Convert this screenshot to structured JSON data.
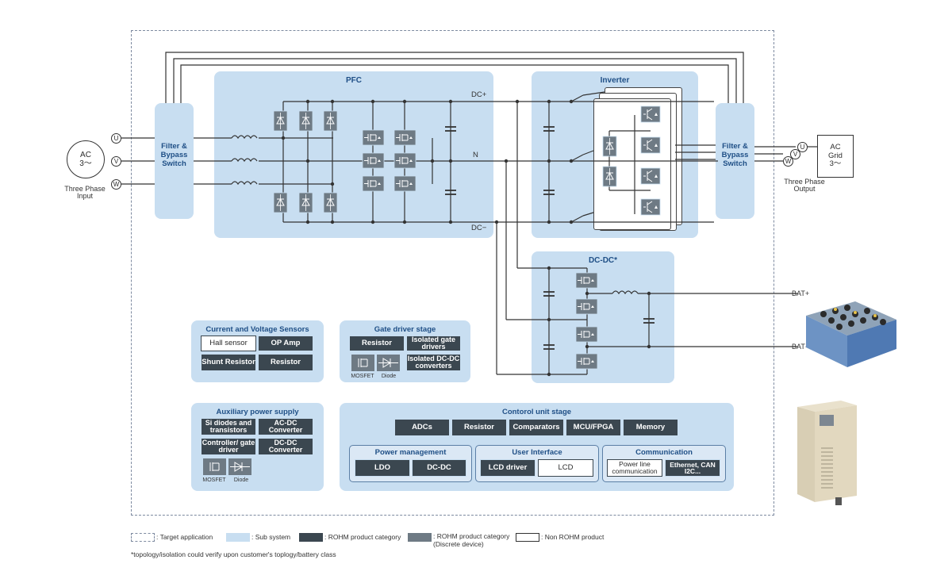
{
  "ac_input": {
    "symbol_ac": "AC",
    "symbol_wave": "3～",
    "label": "Three Phase Input",
    "phases": [
      "U",
      "V",
      "W"
    ]
  },
  "ac_output": {
    "symbol_ac": "AC",
    "symbol_grid": "Grid",
    "symbol_wave": "3～",
    "label": "Three Phase Output",
    "phases": [
      "U",
      "V",
      "W"
    ]
  },
  "filter_left": "Filter & Bypass Switch",
  "filter_right": "Filter & Bypass Switch",
  "pfc": {
    "title": "PFC"
  },
  "inverter": {
    "title": "Inverter"
  },
  "dcdc": {
    "title": "DC-DC*"
  },
  "bus_labels": {
    "dc_plus": "DC+",
    "n": "N",
    "dc_minus": "DC−"
  },
  "battery": {
    "bat_plus": "BAT+",
    "bat_minus": "BAT−"
  },
  "sensors": {
    "title": "Current and Voltage Sensors",
    "hall": "Hall sensor",
    "opamp": "OP Amp",
    "shunt": "Shunt Resistor",
    "resistor": "Resistor"
  },
  "gate_driver": {
    "title": "Gate driver stage",
    "resistor": "Resistor",
    "iso_gate": "Isolated gate drivers",
    "iso_dcdc": "Isolated DC-DC converters",
    "mosfet": "MOSFET",
    "diode": "Diode"
  },
  "aux": {
    "title": "Auxiliary power supply",
    "si": "Si diodes and transistors",
    "acdc": "AC-DC Converter",
    "ctrl": "Controller/ gate driver",
    "dcdc": "DC-DC Converter",
    "mosfet": "MOSFET",
    "diode": "Diode"
  },
  "control": {
    "title": "Contorol unit stage",
    "top": [
      "ADCs",
      "Resistor",
      "Comparators",
      "MCU/FPGA",
      "Memory"
    ],
    "power_mgmt": {
      "title": "Power management",
      "items": [
        "LDO",
        "DC-DC"
      ]
    },
    "ui": {
      "title": "User Interface",
      "items": [
        "LCD driver",
        "LCD"
      ]
    },
    "comm": {
      "title": "Communication",
      "plc": "Power line communication",
      "eth": "Ethernet, CAN I2C..."
    }
  },
  "legend": {
    "target": ": Target application",
    "sub": ": Sub system",
    "rohm": ": ROHM product category",
    "rohm_discrete": ": ROHM product category (Discrete device)",
    "non_rohm": ": Non ROHM product"
  },
  "footnote": "*topology/isolation could verify upon customer's toplogy/battery class",
  "colors": {
    "sub": "#c8def1",
    "rohm": "#3b4750",
    "rohm_discrete": "#6e7a84",
    "line": "#333333",
    "title": "#1f4f86"
  }
}
